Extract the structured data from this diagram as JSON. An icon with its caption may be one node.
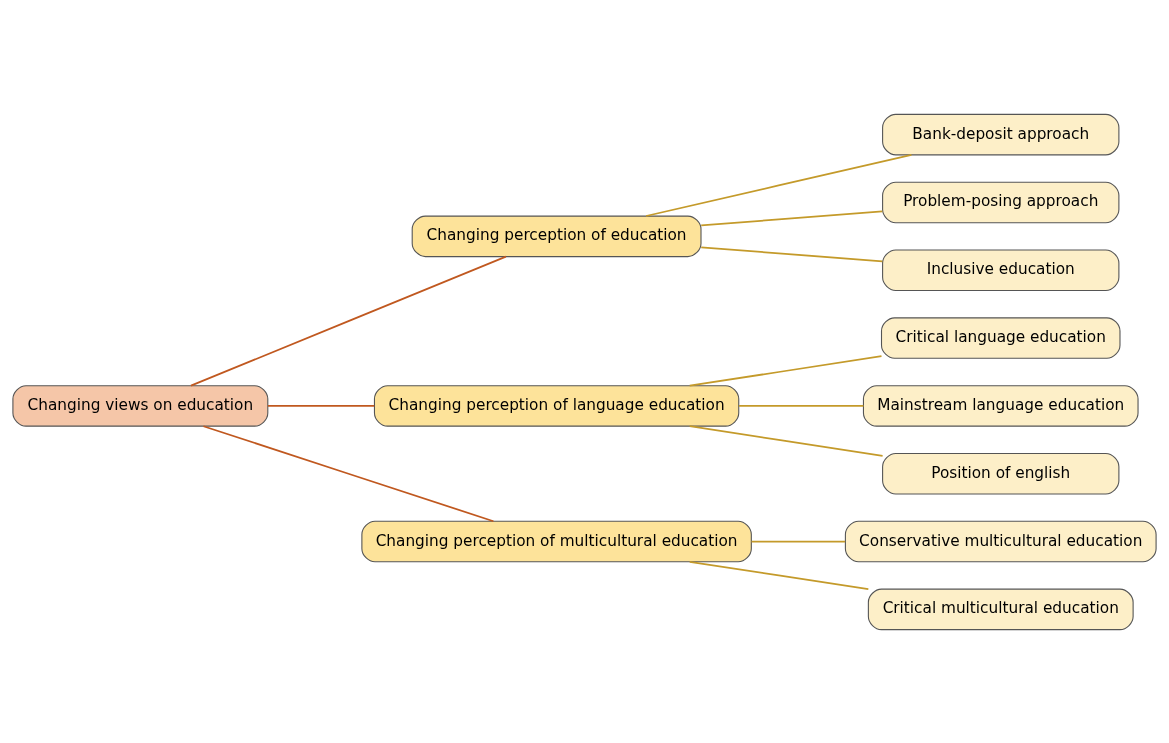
{
  "diagram": {
    "nodes": [
      {
        "text": [
          "Changing views on education"
        ]
      },
      {
        "text": [
          "Changing perception of education"
        ]
      },
      {
        "text": [
          "Bank-deposit approach"
        ]
      },
      {
        "text": [
          "Problem-posing approach"
        ]
      },
      {
        "text": [
          "Inclusive education"
        ]
      },
      {
        "text": [
          "Changing perception of language education"
        ]
      },
      {
        "text": [
          "Critical language education"
        ]
      },
      {
        "text": [
          "Mainstream language education"
        ]
      },
      {
        "text": [
          "Position of english"
        ]
      },
      {
        "text": [
          "Changing perception of multicultural education"
        ]
      },
      {
        "text": [
          "Conservative multicultural education"
        ]
      },
      {
        "text": [
          "Critical multicultural education"
        ]
      }
    ],
    "edges": [
      {
        "from": 0,
        "to": 1,
        "arrow": "none",
        "color": "#c0581f"
      },
      {
        "from": 0,
        "to": 5,
        "arrow": "none",
        "color": "#c0581f"
      },
      {
        "from": 0,
        "to": 9,
        "arrow": "none",
        "color": "#c0581f"
      },
      {
        "from": 1,
        "to": 2,
        "arrow": "none"
      },
      {
        "from": 1,
        "to": 3,
        "arrow": "none"
      },
      {
        "from": 1,
        "to": 4,
        "arrow": "none"
      },
      {
        "from": 5,
        "to": 6,
        "arrow": "none"
      },
      {
        "from": 5,
        "to": 7,
        "arrow": "none"
      },
      {
        "from": 5,
        "to": 8,
        "arrow": "none"
      },
      {
        "from": 9,
        "to": 10,
        "arrow": "none"
      },
      {
        "from": 9,
        "to": 11,
        "arrow": "none"
      }
    ]
  }
}
